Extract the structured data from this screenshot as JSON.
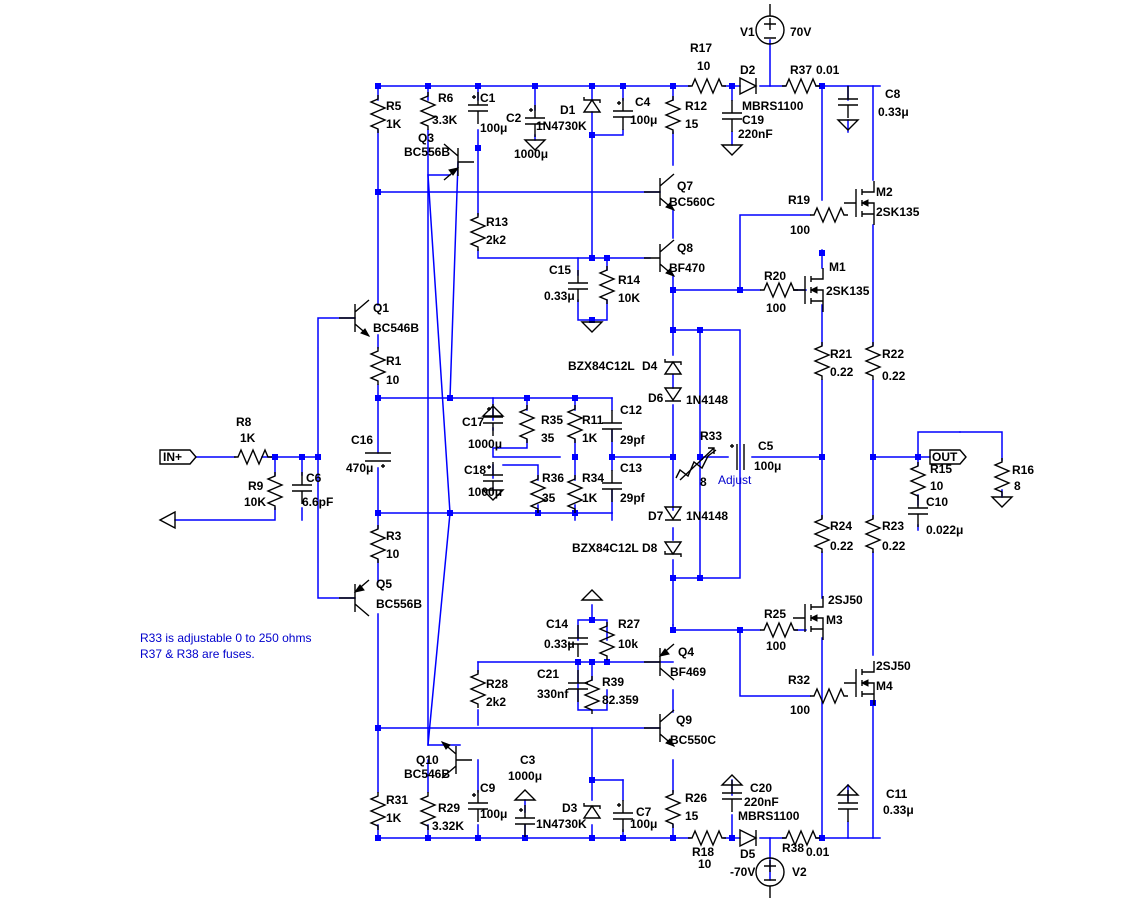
{
  "components": {
    "v1": {
      "ref": "V1",
      "value": "70V"
    },
    "v2": {
      "ref": "V2",
      "value": "-70V"
    },
    "r17": {
      "ref": "R17",
      "value": "10"
    },
    "d2": {
      "ref": "D2",
      "value": "MBRS1100"
    },
    "r37": {
      "ref": "R37",
      "value": "0.01"
    },
    "c8": {
      "ref": "C8",
      "value": "0.33μ"
    },
    "c19": {
      "ref": "C19",
      "value": "220nF"
    },
    "r5": {
      "ref": "R5",
      "value": "1K"
    },
    "r6": {
      "ref": "R6",
      "value": "3.3K"
    },
    "c1": {
      "ref": "C1",
      "value": "100μ"
    },
    "c2": {
      "ref": "C2",
      "value": "1000μ"
    },
    "d1": {
      "ref": "D1",
      "value": "1N4730K"
    },
    "c4": {
      "ref": "C4",
      "value": "100μ"
    },
    "r12": {
      "ref": "R12",
      "value": "15"
    },
    "q3": {
      "ref": "Q3",
      "value": "BC556B"
    },
    "q7": {
      "ref": "Q7",
      "value": "BC560C"
    },
    "m2": {
      "ref": "M2",
      "value": "2SK135"
    },
    "r19": {
      "ref": "R19",
      "value": "100"
    },
    "r13": {
      "ref": "R13",
      "value": "2k2"
    },
    "q8": {
      "ref": "Q8",
      "value": "BF470"
    },
    "m1": {
      "ref": "M1",
      "value": "2SK135"
    },
    "c15": {
      "ref": "C15",
      "value": "0.33μ"
    },
    "r14": {
      "ref": "R14",
      "value": "10K"
    },
    "r20": {
      "ref": "R20",
      "value": "100"
    },
    "q1": {
      "ref": "Q1",
      "value": "BC546B"
    },
    "r1": {
      "ref": "R1",
      "value": "10"
    },
    "d4": {
      "ref": "D4",
      "value": "BZX84C12L"
    },
    "r21": {
      "ref": "R21",
      "value": "0.22"
    },
    "r22": {
      "ref": "R22",
      "value": "0.22"
    },
    "d6": {
      "ref": "D6",
      "value": "1N4148"
    },
    "c17": {
      "ref": "C17",
      "value": "1000μ"
    },
    "r35": {
      "ref": "R35",
      "value": "35"
    },
    "r11": {
      "ref": "R11",
      "value": "1K"
    },
    "c12": {
      "ref": "C12",
      "value": "29pf"
    },
    "r33": {
      "ref": "R33",
      "value": "8"
    },
    "r33_adjust": "Adjust",
    "c5": {
      "ref": "C5",
      "value": "100μ"
    },
    "r8": {
      "ref": "R8",
      "value": "1K"
    },
    "c16": {
      "ref": "C16",
      "value": "470μ"
    },
    "r9": {
      "ref": "R9",
      "value": "10K"
    },
    "c6": {
      "ref": "C6",
      "value": "6.6pF"
    },
    "c18": {
      "ref": "C18",
      "value": "1000μ"
    },
    "r36": {
      "ref": "R36",
      "value": "35"
    },
    "r34": {
      "ref": "R34",
      "value": "1K"
    },
    "c13": {
      "ref": "C13",
      "value": "29pf"
    },
    "r15": {
      "ref": "R15",
      "value": "10"
    },
    "c10": {
      "ref": "C10",
      "value": "0.022μ"
    },
    "r16": {
      "ref": "R16",
      "value": "8"
    },
    "d7": {
      "ref": "D7",
      "value": "1N4148"
    },
    "d8": {
      "ref": "D8",
      "value": "BZX84C12L"
    },
    "r3": {
      "ref": "R3",
      "value": "10"
    },
    "r24": {
      "ref": "R24",
      "value": "0.22"
    },
    "r23": {
      "ref": "R23",
      "value": "0.22"
    },
    "q5": {
      "ref": "Q5",
      "value": "BC556B"
    },
    "c14": {
      "ref": "C14",
      "value": "0.33μ"
    },
    "r27": {
      "ref": "R27",
      "value": "10k"
    },
    "m3": {
      "ref": "M3",
      "value": "2SJ50"
    },
    "r25": {
      "ref": "R25",
      "value": "100"
    },
    "q4": {
      "ref": "Q4",
      "value": "BF469"
    },
    "c21": {
      "ref": "C21",
      "value": "330nf"
    },
    "r39": {
      "ref": "R39",
      "value": "82.359"
    },
    "r28": {
      "ref": "R28",
      "value": "2k2"
    },
    "m4": {
      "ref": "M4",
      "value": "2SJ50"
    },
    "r32": {
      "ref": "R32",
      "value": "100"
    },
    "q9": {
      "ref": "Q9",
      "value": "BC550C"
    },
    "q10": {
      "ref": "Q10",
      "value": "BC546B"
    },
    "c3": {
      "ref": "C3",
      "value": "1000μ"
    },
    "c9": {
      "ref": "C9",
      "value": "100μ"
    },
    "r29": {
      "ref": "R29",
      "value": "3.32K"
    },
    "r31": {
      "ref": "R31",
      "value": "1K"
    },
    "d3": {
      "ref": "D3",
      "value": "1N4730K"
    },
    "c7": {
      "ref": "C7",
      "value": "100μ"
    },
    "r26": {
      "ref": "R26",
      "value": "15"
    },
    "c20": {
      "ref": "C20",
      "value": "220nF"
    },
    "d5": {
      "ref": "D5",
      "value": "MBRS1100"
    },
    "r38": {
      "ref": "R38",
      "value": "0.01"
    },
    "c11": {
      "ref": "C11",
      "value": "0.33μ"
    },
    "r18": {
      "ref": "R18",
      "value": "10"
    }
  },
  "ports": {
    "input": "IN+",
    "output": "OUT"
  },
  "notes": [
    "R33 is adjustable 0 to 250 ohms",
    "R37 & R38 are fuses."
  ],
  "colors": {
    "wire": "#0000ff",
    "component": "#000000",
    "note": "#0000cc",
    "background": "#ffffff"
  }
}
